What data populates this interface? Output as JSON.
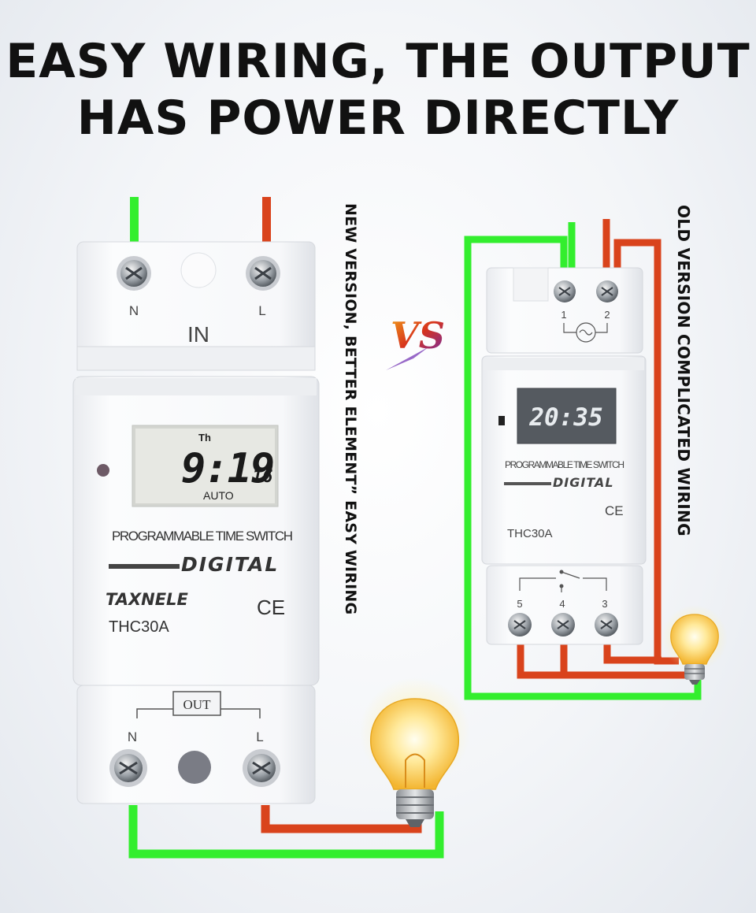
{
  "headline": {
    "line1": "EASY WIRING,  THE OUTPUT",
    "line2": "HAS POWER DIRECTLY"
  },
  "vs_label": "VS",
  "new_version": {
    "side_text": "NEW VERSION, BETTER ELEMENT”  EASY WIRING",
    "terminal_n": "N",
    "terminal_l": "L",
    "input_label": "IN",
    "output_label": "OUT",
    "output_n": "N",
    "output_l": "L",
    "lcd_day": "Th",
    "lcd_time": "9:19",
    "lcd_seconds": "16",
    "lcd_mode": "AUTO",
    "product_caption": "PROGRAMMABLE TIME SWITCH",
    "digital_logo": "DIGITAL",
    "brand": "TAXNELE",
    "model": "THC30A",
    "ce_mark": "CE"
  },
  "old_version": {
    "side_text": "OLD VERSION  COMPLICATED WIRING",
    "terminal_1": "1",
    "terminal_2": "2",
    "lcd_time": "20:35",
    "product_caption": "PROGRAMMABLE TIME SWITCH",
    "digital_logo": "DIGITAL",
    "model": "THC30A",
    "ce_mark": "CE",
    "terminal_5": "5",
    "terminal_4": "4",
    "terminal_3": "3"
  },
  "colors": {
    "neutral_wire": "#33ee2e",
    "live_wire": "#d9431c",
    "lcd_background": "#e7e8e3",
    "old_lcd_background": "#555a60"
  }
}
